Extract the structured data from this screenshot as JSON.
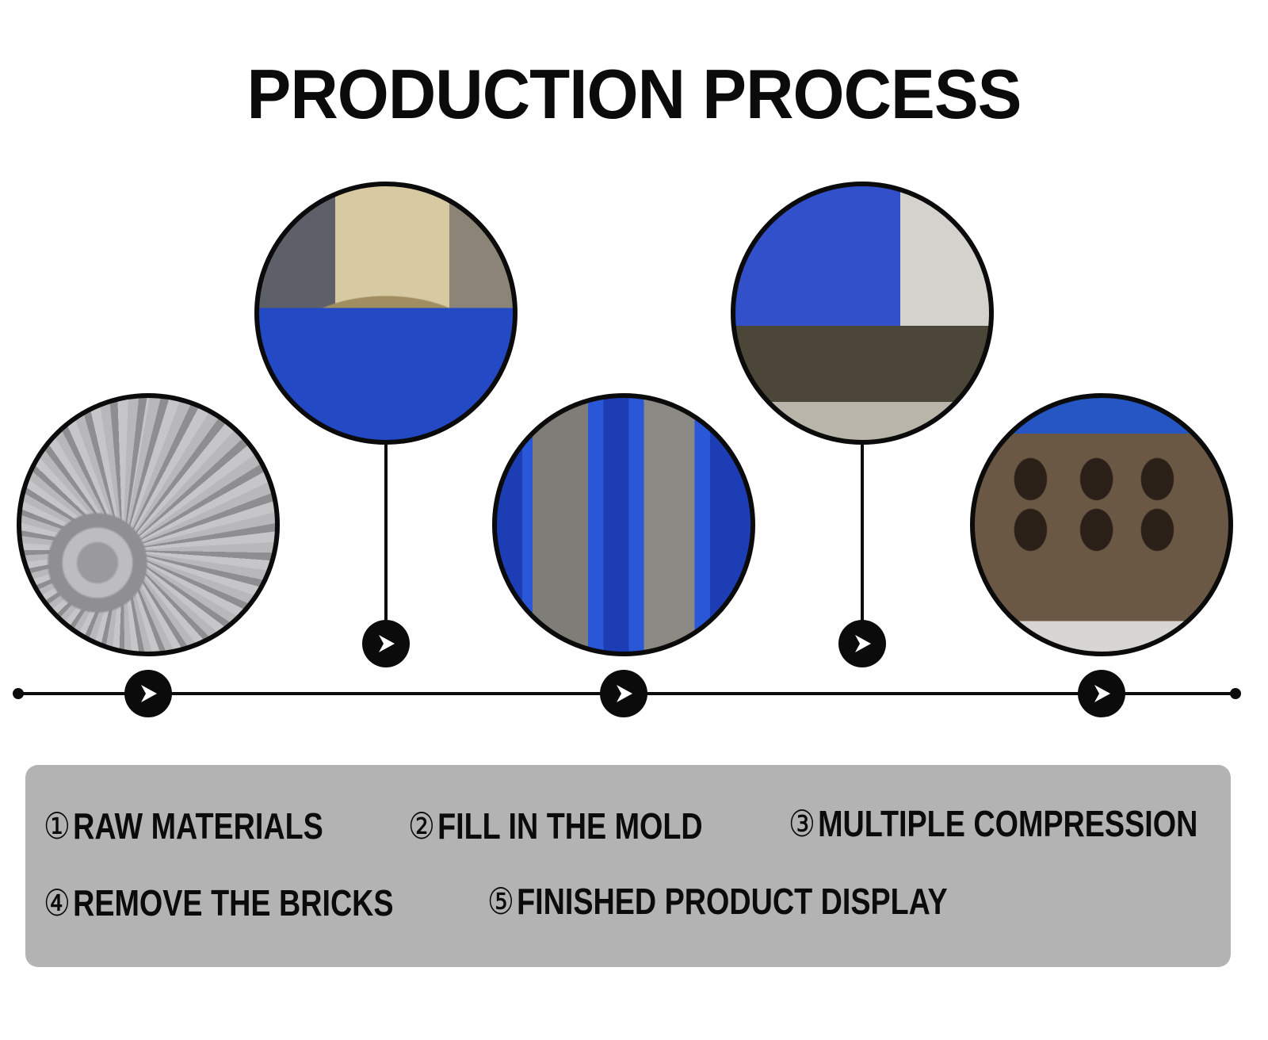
{
  "title": "PRODUCTION PROCESS",
  "steps": [
    {
      "num": "①",
      "label": "RAW MATERIALS",
      "photo": "wet-cement-mix"
    },
    {
      "num": "②",
      "label": "FILL IN THE MOLD",
      "photo": "filling-mold"
    },
    {
      "num": "③",
      "label": "MULTIPLE COMPRESSION",
      "photo": "compression-machine"
    },
    {
      "num": "④",
      "label": "REMOVE THE BRICKS",
      "photo": "removing-bricks"
    },
    {
      "num": "⑤",
      "label": "FINISHED PRODUCT DISPLAY",
      "photo": "hollow-blocks"
    }
  ],
  "colors": {
    "text": "#0b0b0b",
    "panel": "#b3b3b3",
    "machine_blue": "#2a56d8"
  }
}
